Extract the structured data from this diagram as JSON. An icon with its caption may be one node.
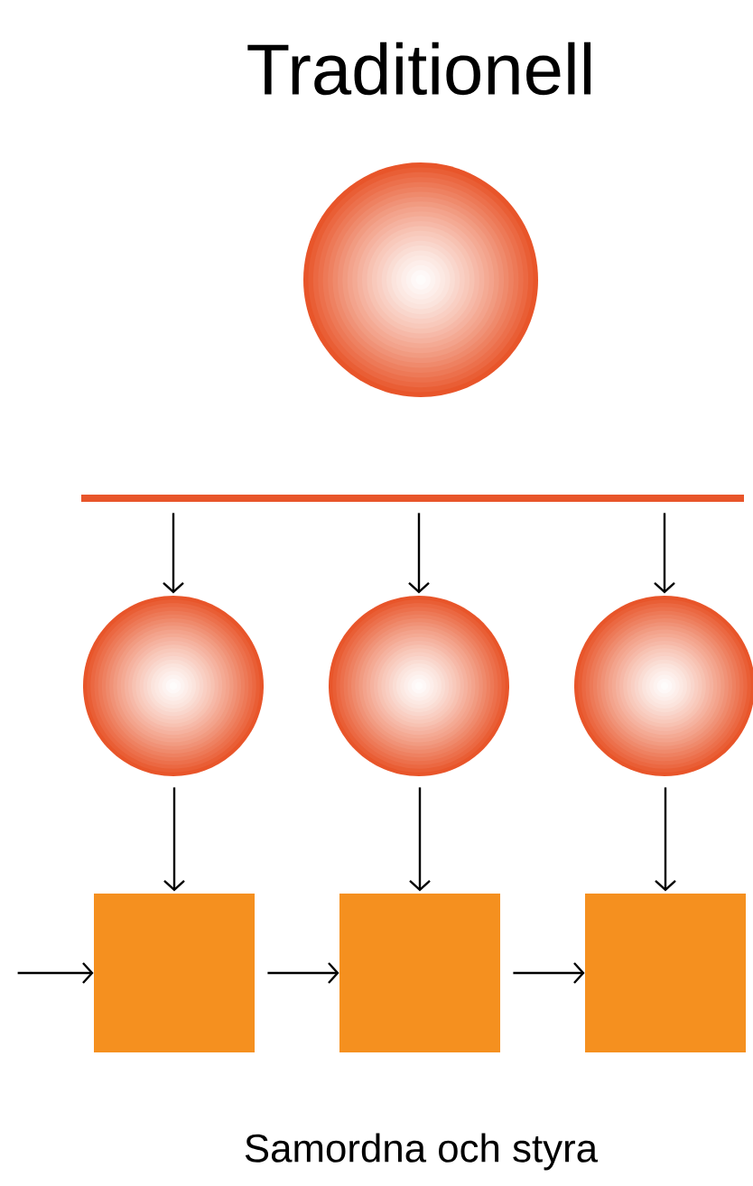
{
  "diagram": {
    "title": "Traditionell",
    "caption": "Samordna och styra",
    "nodes": [
      {
        "text": [],
        "shape": "circle"
      },
      {
        "text": [],
        "shape": "bar"
      },
      {
        "text": [],
        "shape": "circle"
      },
      {
        "text": [],
        "shape": "circle"
      },
      {
        "text": [],
        "shape": "circle"
      },
      {
        "text": [],
        "shape": "box"
      },
      {
        "text": [],
        "shape": "box"
      },
      {
        "text": [],
        "shape": "box"
      }
    ],
    "edges": [
      {
        "from": 1,
        "to": 2,
        "arrow": "to"
      },
      {
        "from": 1,
        "to": 3,
        "arrow": "to"
      },
      {
        "from": 1,
        "to": 4,
        "arrow": "to"
      },
      {
        "from": 2,
        "to": 5,
        "arrow": "to"
      },
      {
        "from": 3,
        "to": 6,
        "arrow": "to"
      },
      {
        "from": 4,
        "to": 7,
        "arrow": "to"
      },
      {
        "from": null,
        "to": 5,
        "arrow": "to"
      },
      {
        "from": 5,
        "to": 6,
        "arrow": "to"
      },
      {
        "from": 6,
        "to": 7,
        "arrow": "to"
      }
    ]
  }
}
